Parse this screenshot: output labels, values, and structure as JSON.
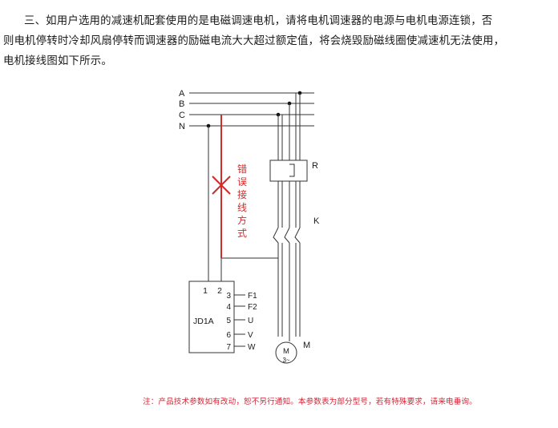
{
  "paragraph": {
    "line1": "三、如用户选用的减速机配套使用的是电磁调速电机，请将电机调速器的电源与电机电源连锁，否",
    "line2": "则电机停转时冷却风扇停转而调速器的励磁电流大大超过额定值，将会烧毁励磁线圈使减速机无法使用，",
    "line3": "电机接线图如下所示。"
  },
  "diagram": {
    "lines": [
      "A",
      "B",
      "C",
      "N"
    ],
    "relay_label": "R",
    "contactor_label": "K",
    "motor_label": "M",
    "motor_symbol_top": "M",
    "motor_symbol_bottom": "3~",
    "controller_model": "JD1A",
    "terminal_1": "1",
    "terminal_2": "2",
    "terminals_right": [
      {
        "num": "3",
        "signal": "F1"
      },
      {
        "num": "4",
        "signal": "F2"
      },
      {
        "num": "5",
        "signal": "U"
      },
      {
        "num": "6",
        "signal": "V"
      },
      {
        "num": "7",
        "signal": "W"
      }
    ],
    "wrong_wiring_label": [
      "错",
      "误",
      "接",
      "线",
      "方",
      "式"
    ],
    "wrong_color": "#d42a2a"
  },
  "note": "注：产品技术参数如有改动，恕不另行通知。本参数表为部分型号，若有特殊要求，请来电垂询。"
}
